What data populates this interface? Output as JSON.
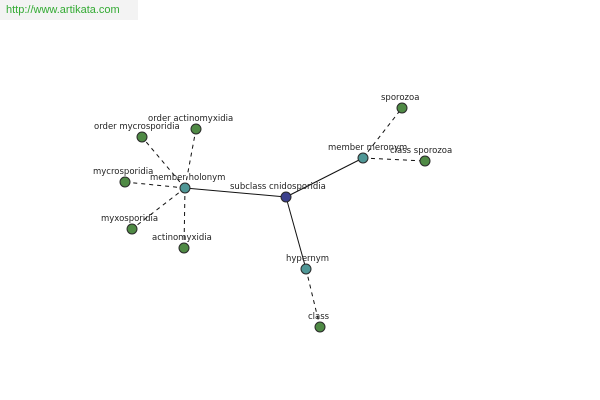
{
  "header": {
    "url": "http://www.artikata.com"
  },
  "colors": {
    "center": "#3a3f8c",
    "relation": "#4f9796",
    "leaf": "#4f8a45"
  },
  "graph": {
    "nodes": [
      {
        "id": "center",
        "label": "subclass cnidosporidia",
        "kind": "center"
      },
      {
        "id": "member_holonym",
        "label": "member holonym",
        "kind": "relation"
      },
      {
        "id": "member_meronym",
        "label": "member meronym",
        "kind": "relation"
      },
      {
        "id": "hypernym",
        "label": "hypernym",
        "kind": "relation"
      },
      {
        "id": "order_actinomyxidia",
        "label": "order actinomyxidia",
        "kind": "leaf"
      },
      {
        "id": "order_mycrosporidia",
        "label": "order mycrosporidia",
        "kind": "leaf"
      },
      {
        "id": "mycrosporidia",
        "label": "mycrosporidia",
        "kind": "leaf"
      },
      {
        "id": "myxosporidia",
        "label": "myxosporidia",
        "kind": "leaf"
      },
      {
        "id": "actinomyxidia",
        "label": "actinomyxidia",
        "kind": "leaf"
      },
      {
        "id": "sporozoa",
        "label": "sporozoa",
        "kind": "leaf"
      },
      {
        "id": "class_sporozoa",
        "label": "class sporozoa",
        "kind": "leaf"
      },
      {
        "id": "class",
        "label": "class",
        "kind": "leaf"
      }
    ],
    "edges": [
      {
        "from": "center",
        "to": "member_holonym",
        "style": "solid"
      },
      {
        "from": "center",
        "to": "member_meronym",
        "style": "solid"
      },
      {
        "from": "center",
        "to": "hypernym",
        "style": "solid"
      },
      {
        "from": "member_holonym",
        "to": "order_actinomyxidia",
        "style": "dashed"
      },
      {
        "from": "member_holonym",
        "to": "order_mycrosporidia",
        "style": "dashed"
      },
      {
        "from": "member_holonym",
        "to": "mycrosporidia",
        "style": "dashed"
      },
      {
        "from": "member_holonym",
        "to": "myxosporidia",
        "style": "dashed"
      },
      {
        "from": "member_holonym",
        "to": "actinomyxidia",
        "style": "dashed"
      },
      {
        "from": "member_meronym",
        "to": "sporozoa",
        "style": "dashed"
      },
      {
        "from": "member_meronym",
        "to": "class_sporozoa",
        "style": "dashed"
      },
      {
        "from": "hypernym",
        "to": "class",
        "style": "dashed"
      }
    ]
  }
}
